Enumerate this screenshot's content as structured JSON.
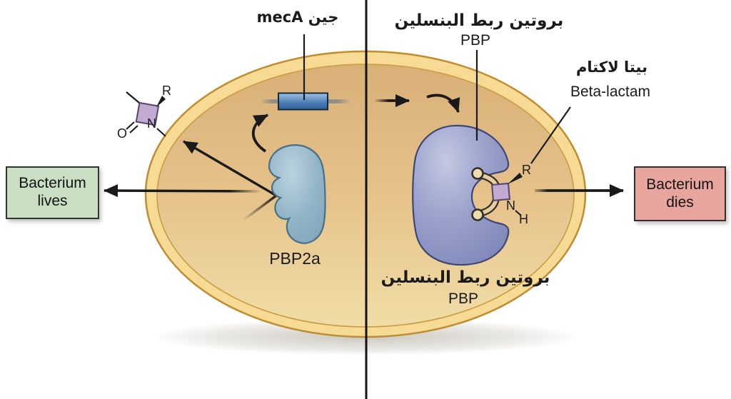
{
  "figure": {
    "type": "biology-diagram",
    "subject": "beta-lactam antibiotic resistance in bacteria (mecA / PBP2a vs PBP)"
  },
  "cell": {
    "wall_color": "#f7db95",
    "wall_border_color": "#bf8c30",
    "cytoplasm_color_top": "#d8b078",
    "cytoplasm_color_bottom": "#f1dda7"
  },
  "divider_color": "#121212",
  "meca": {
    "label": "جين mecA",
    "gene_fill_top": "#9ec6e8",
    "gene_fill_bottom": "#31619d",
    "dna_line_color": "#8d8d8d"
  },
  "pbp2a": {
    "label": "PBP2a",
    "fill": "#92b4c7",
    "outline": "#44708a"
  },
  "pbp": {
    "label_ar": "بروتين ربط البنسلين",
    "label_en": "PBP",
    "fill": "#9aa1cb",
    "outline": "#3e4677"
  },
  "beta_lactam": {
    "label_ar": "بيتا لاكتام",
    "label_en": "Beta-lactam",
    "ring_fill": "#c2abd2",
    "ring_outline": "#57446b",
    "atoms": {
      "r": "R",
      "n": "N",
      "o": "O",
      "h": "H"
    }
  },
  "outcomes": {
    "lives": {
      "line1": "Bacterium",
      "line2": "lives",
      "fill": "#c9dec2"
    },
    "dies": {
      "line1": "Bacterium",
      "line2": "dies",
      "fill": "#e7a59e"
    }
  }
}
